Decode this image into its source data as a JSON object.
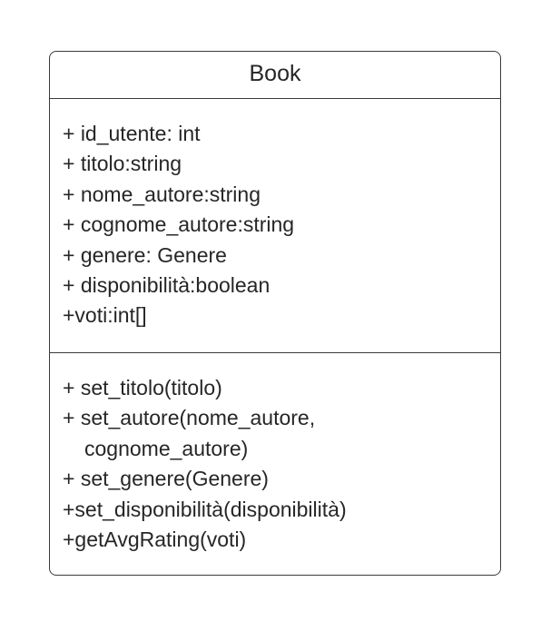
{
  "class_box": {
    "name": "Book",
    "attributes": [
      "+ id_utente: int",
      "+ titolo:string",
      "+ nome_autore:string",
      "+ cognome_autore:string",
      "+ genere: Genere",
      "+ disponibilità:boolean",
      "+voti:int[]"
    ],
    "methods": {
      "set_titolo": "+ set_titolo(titolo)",
      "set_autore_line1": "+ set_autore(nome_autore,",
      "set_autore_line2": "cognome_autore)",
      "set_genere": "+ set_genere(Genere)",
      "set_disponibilita": "+set_disponibilità(disponibilità)",
      "get_avg_rating": "+getAvgRating(voti)"
    }
  }
}
